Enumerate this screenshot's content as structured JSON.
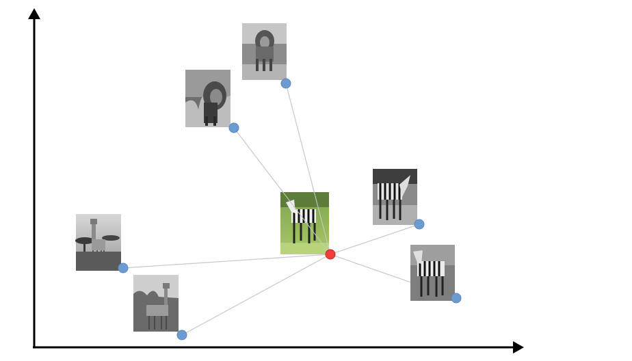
{
  "diagram": {
    "axes": {
      "color": "#000000",
      "x_axis_arrow": true,
      "y_axis_arrow": true
    },
    "query": {
      "name": "zebra-query",
      "subject": "zebra",
      "photo_style": "color",
      "marker_color": "#f03c3c"
    },
    "neighbors": [
      {
        "name": "lion-1",
        "subject": "lion",
        "photo_style": "grayscale"
      },
      {
        "name": "lion-2",
        "subject": "lion",
        "photo_style": "grayscale"
      },
      {
        "name": "zebra-1",
        "subject": "zebra",
        "photo_style": "grayscale"
      },
      {
        "name": "zebra-2",
        "subject": "zebra",
        "photo_style": "grayscale"
      },
      {
        "name": "giraffe-1",
        "subject": "giraffe",
        "photo_style": "grayscale"
      },
      {
        "name": "giraffe-2",
        "subject": "giraffe",
        "photo_style": "grayscale"
      }
    ],
    "neighbor_marker_color": "#6c9bd2",
    "edge_color": "#c8c8c8"
  }
}
